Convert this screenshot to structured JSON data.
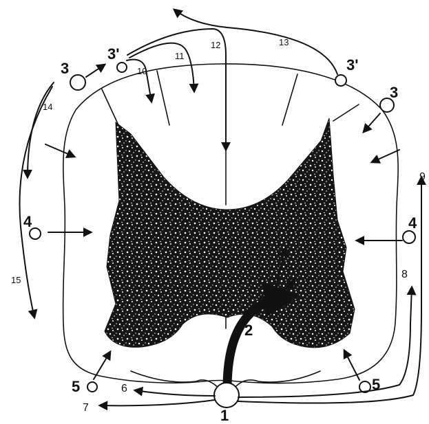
{
  "labels": {
    "l1": "1",
    "l2": "2",
    "l3_left": "3",
    "l3_right": "3",
    "l3p_left": "3'",
    "l3p_right": "3'",
    "l4_left": "4",
    "l4_right": "4",
    "l5_left": "5",
    "l5_right": "5",
    "l6": "6",
    "l7": "7",
    "l8": "8",
    "l9": "9",
    "l10": "10",
    "l11": "11",
    "l12": "12",
    "l13": "13",
    "l14": "14",
    "l15": "15"
  },
  "colors": {
    "ink": "#111111",
    "background": "#ffffff",
    "grey_matter": "#161616"
  }
}
